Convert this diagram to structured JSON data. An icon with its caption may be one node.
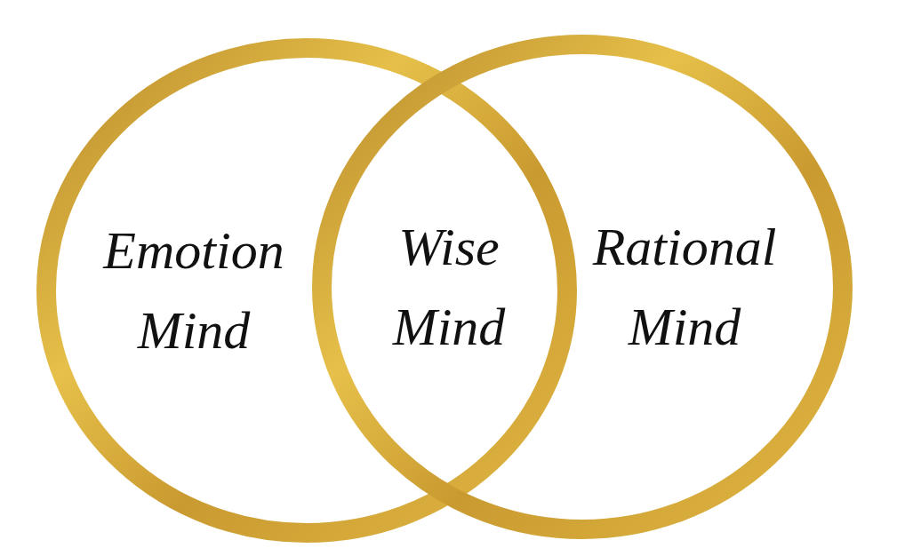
{
  "diagram": {
    "nodes": [
      {
        "text": [
          "Emotion Mind"
        ]
      },
      {
        "text": [
          "Rational Mind"
        ]
      },
      {
        "text": [
          "Wise Mind"
        ]
      }
    ]
  }
}
